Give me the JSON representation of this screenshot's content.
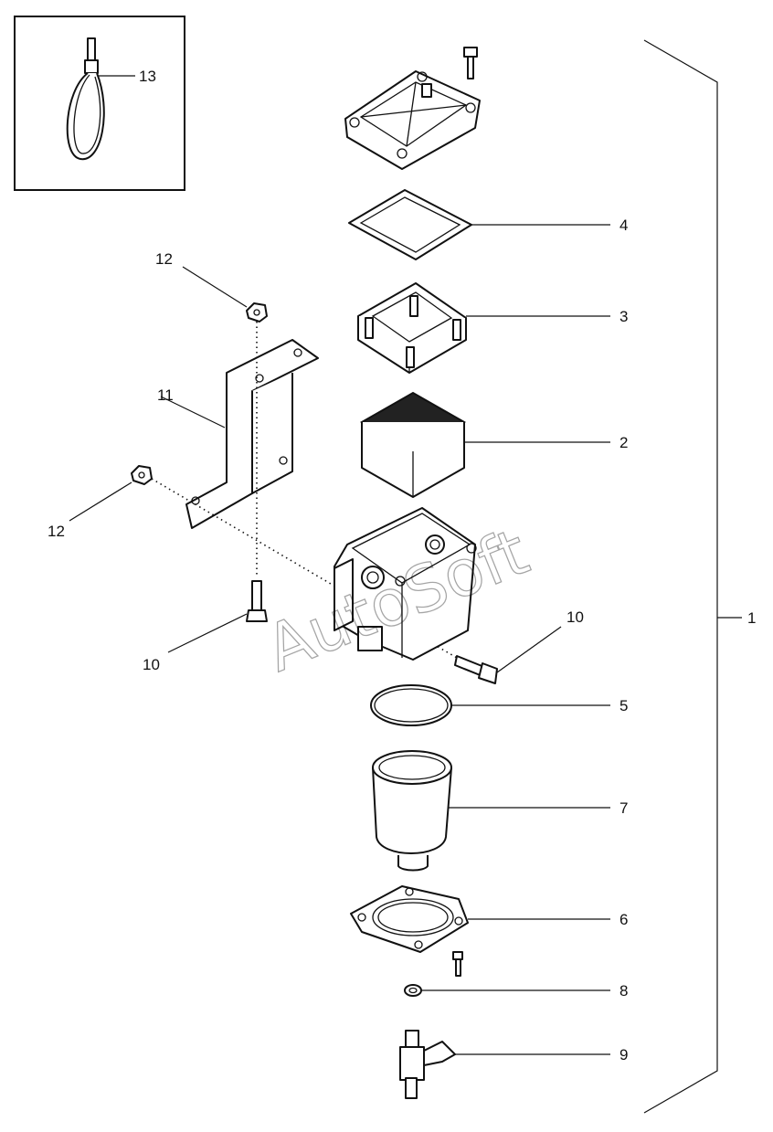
{
  "diagram": {
    "callouts": {
      "c1": "1",
      "c2": "2",
      "c3": "3",
      "c4": "4",
      "c5": "5",
      "c6": "6",
      "c7": "7",
      "c8": "8",
      "c9": "9",
      "c10a": "10",
      "c10b": "10",
      "c11": "11",
      "c12a": "12",
      "c12b": "12",
      "c13": "13"
    },
    "watermark": "AutoSoft"
  }
}
